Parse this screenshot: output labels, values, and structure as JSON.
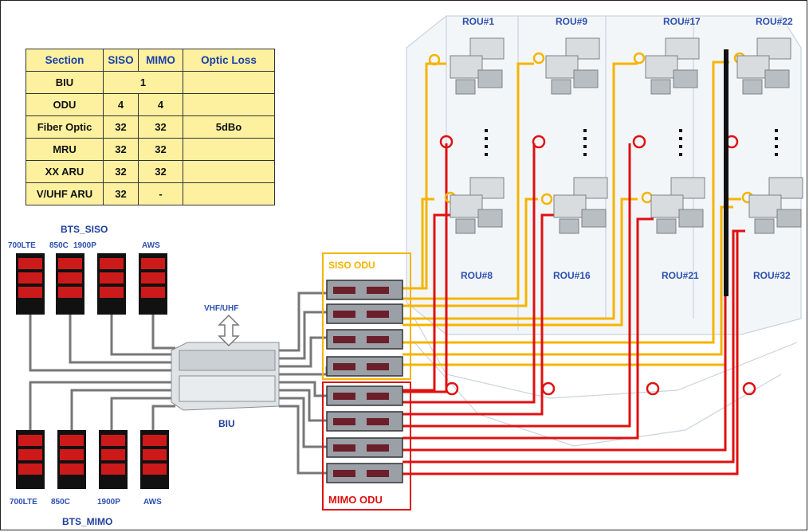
{
  "table": {
    "headers": [
      "Section",
      "SISO",
      "MIMO",
      "Optic Loss"
    ],
    "rows": [
      {
        "section": "BIU",
        "siso": "1",
        "mimo": "",
        "loss": ""
      },
      {
        "section": "ODU",
        "siso": "4",
        "mimo": "4",
        "loss": ""
      },
      {
        "section": "Fiber Optic",
        "siso": "32",
        "mimo": "32",
        "loss": "5dBo"
      },
      {
        "section": "MRU",
        "siso": "32",
        "mimo": "32",
        "loss": ""
      },
      {
        "section": "XX ARU",
        "siso": "32",
        "mimo": "32",
        "loss": ""
      },
      {
        "section": "V/UHF ARU",
        "siso": "32",
        "mimo": "-",
        "loss": ""
      }
    ]
  },
  "bts_siso": {
    "title": "BTS_SISO",
    "bands": [
      "700LTE",
      "850C",
      "1900P",
      "AWS"
    ]
  },
  "bts_mimo": {
    "title": "BTS_MIMO",
    "bands": [
      "700LTE",
      "850C",
      "1900P",
      "AWS"
    ]
  },
  "biu": {
    "label": "BIU",
    "input_label": "VHF/UHF"
  },
  "odu": {
    "siso_label": "SISO ODU",
    "mimo_label": "MIMO ODU"
  },
  "rou": {
    "top": [
      "ROU#1",
      "ROU#9",
      "ROU#17",
      "ROU#22"
    ],
    "bottom": [
      "ROU#8",
      "ROU#16",
      "ROU#21",
      "ROU#32"
    ]
  },
  "colors": {
    "siso_fiber": "#f5b400",
    "mimo_fiber": "#e01010",
    "table_bg": "#fdf1a0",
    "label_blue": "#2c4fb0"
  }
}
